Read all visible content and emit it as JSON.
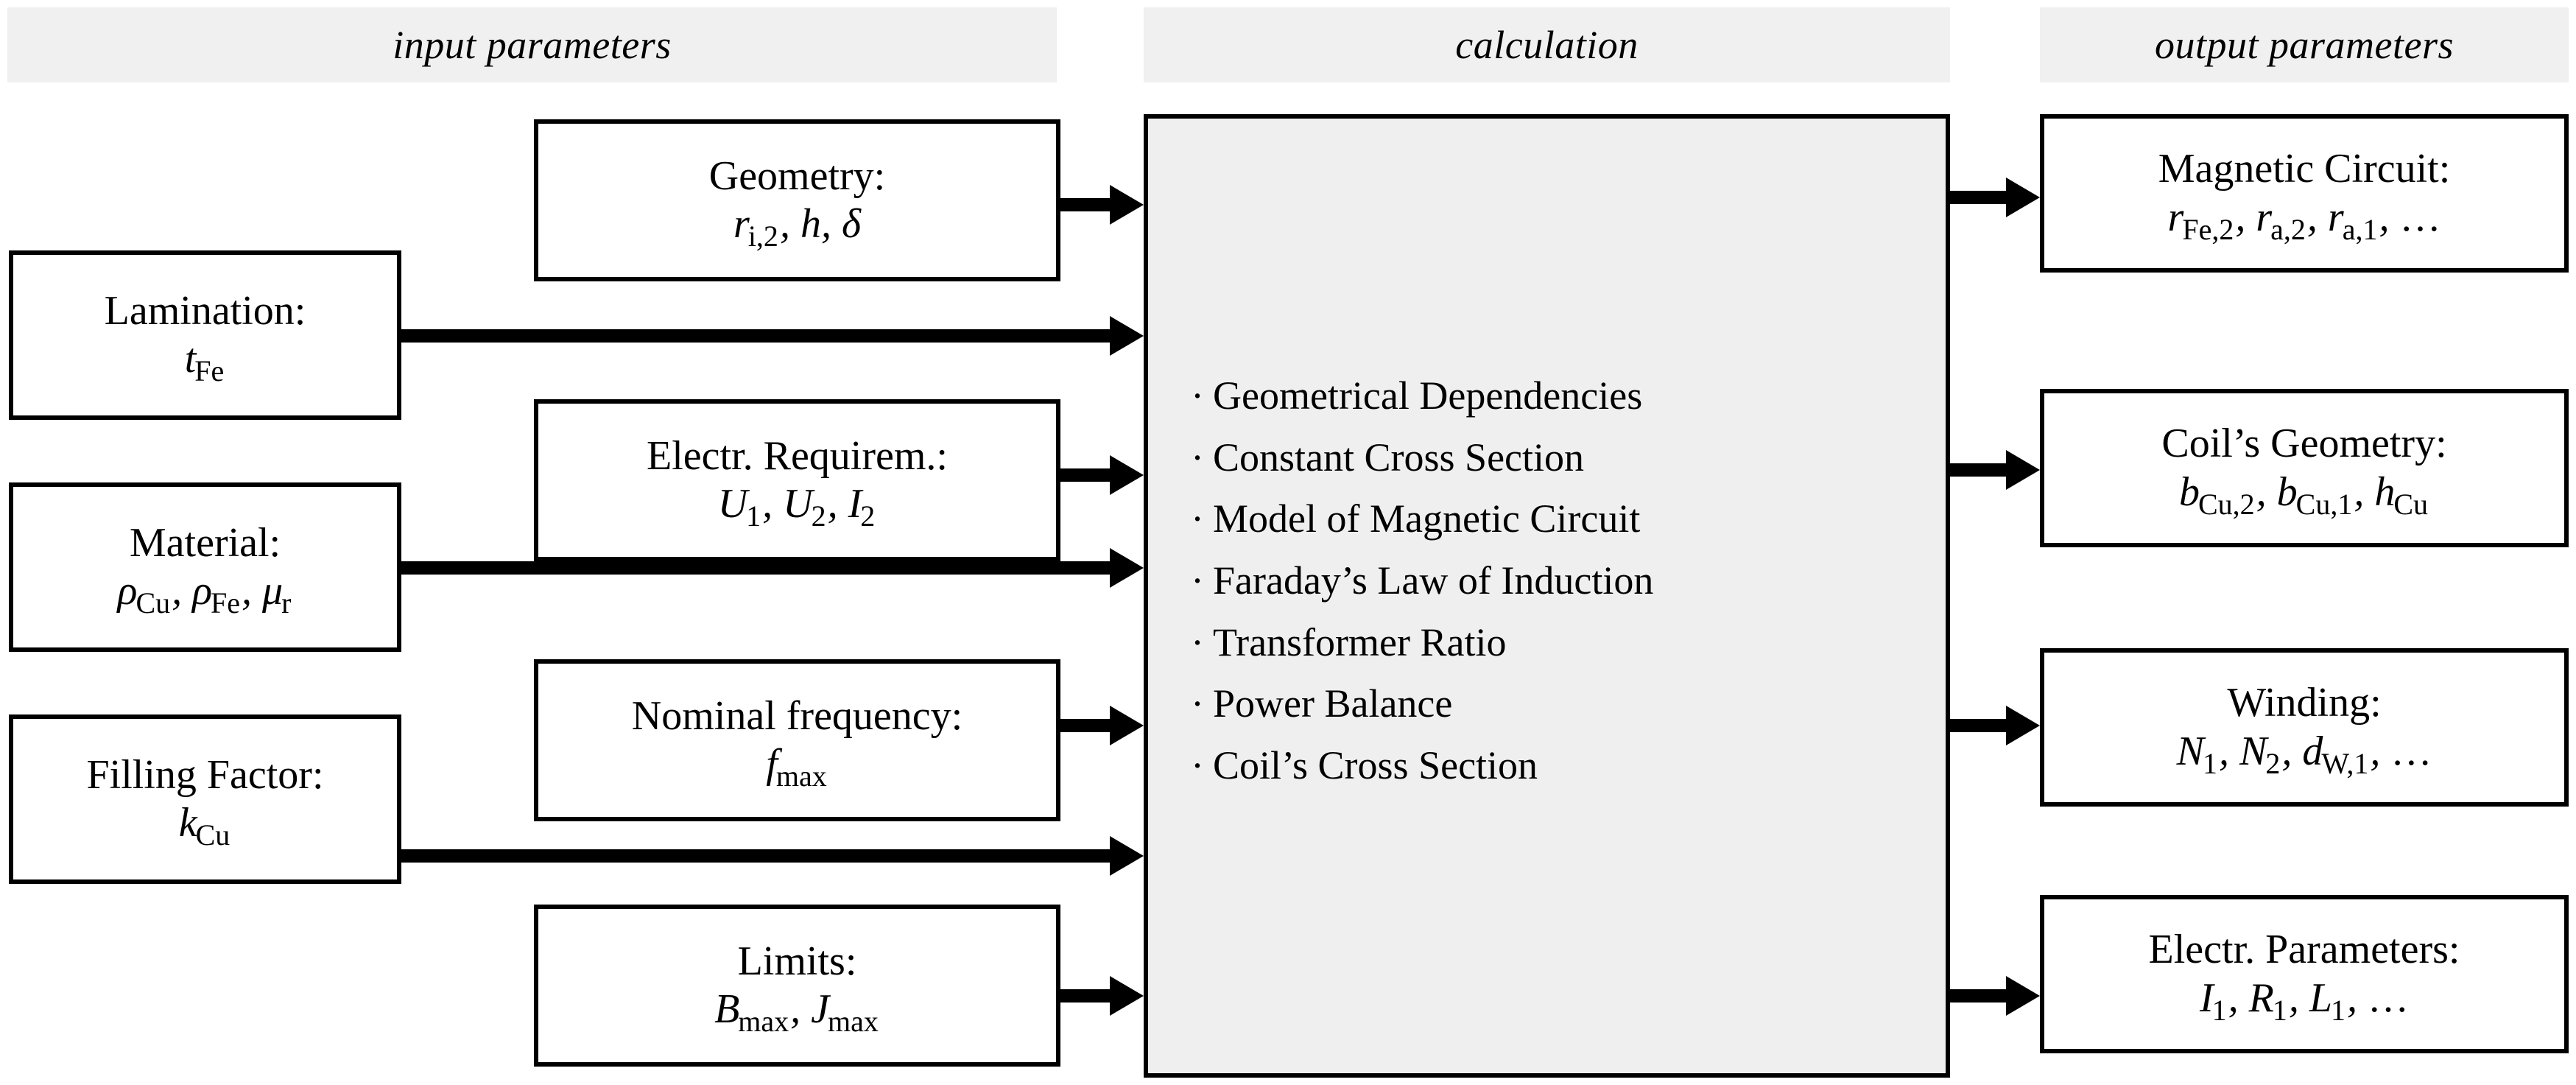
{
  "headers": {
    "input": "input parameters",
    "calculation": "calculation",
    "output": "output parameters"
  },
  "colors": {
    "header_bar": "#f0f0f0",
    "calculation_fill": "#efefef",
    "box_fill": "#ffffff",
    "stroke": "#000000"
  },
  "input_column_left": [
    {
      "title": "Lamination:",
      "symbols": "t",
      "symbols_sub": "Fe",
      "full": "t_Fe"
    },
    {
      "title": "Material:",
      "symbols": "ρ",
      "symbols_sub": "Cu",
      "full": "ρ_Cu, ρ_Fe, μ_r"
    },
    {
      "title": "Filling Factor:",
      "symbols": "k",
      "symbols_sub": "Cu",
      "full": "k_Cu"
    }
  ],
  "input_column_inner": [
    {
      "title": "Geometry:",
      "full": "r_i,2, h, δ"
    },
    {
      "title": "Electr. Requirem.:",
      "full": "U_1, U_2, I_2"
    },
    {
      "title": "Nominal frequency:",
      "full": "f_max"
    },
    {
      "title": "Limits:",
      "full": "B_max, J_max"
    }
  ],
  "calculation_items": [
    "Geometrical Dependencies",
    "Constant Cross Section",
    "Model of Magnetic Circuit",
    "Faraday’s Law of Induction",
    "Transformer Ratio",
    "Power Balance",
    "Coil’s Cross Section"
  ],
  "calculation_bullet": "·",
  "output_column": [
    {
      "title": "Magnetic Circuit:",
      "full": "r_Fe,2, r_a,2, r_a,1, …"
    },
    {
      "title": "Coil’s Geometry:",
      "full": "b_Cu,2, b_Cu,1, h_Cu"
    },
    {
      "title": "Winding:",
      "full": "N_1, N_2, d_W,1, …"
    },
    {
      "title": "Electr. Parameters:",
      "full": "I_1, R_1, L_1, …"
    }
  ],
  "boxes": {
    "lamination": {
      "title": "Lamination:"
    },
    "material": {
      "title": "Material:"
    },
    "filling": {
      "title": "Filling Factor:"
    },
    "geometry": {
      "title": "Geometry:"
    },
    "electr_req": {
      "title": "Electr. Requirem.:"
    },
    "nominal_freq": {
      "title": "Nominal frequency:"
    },
    "limits": {
      "title": "Limits:"
    },
    "magnetic": {
      "title": "Magnetic Circuit:"
    },
    "coil_geo": {
      "title": "Coil’s Geometry:"
    },
    "winding": {
      "title": "Winding:"
    },
    "elec_params": {
      "title": "Electr. Parameters:"
    }
  }
}
